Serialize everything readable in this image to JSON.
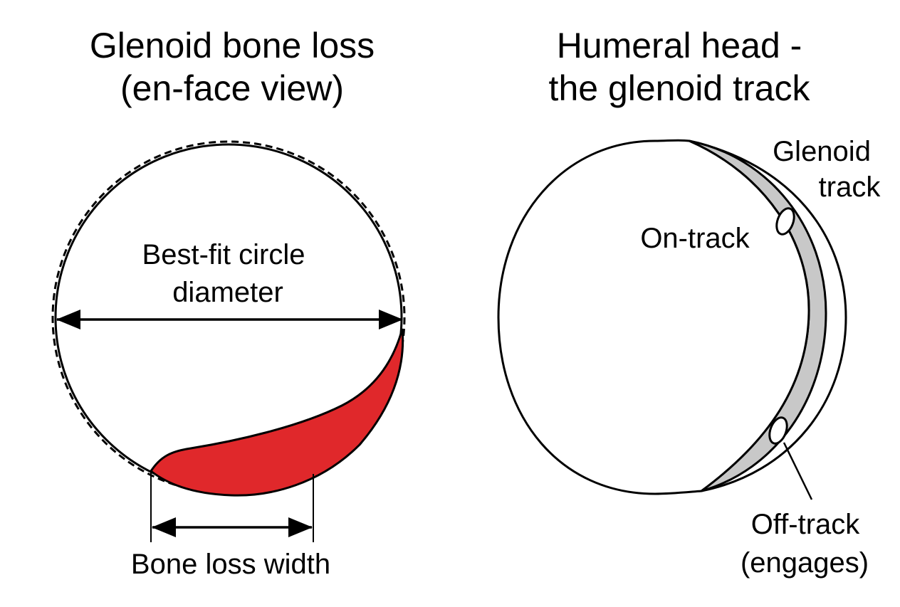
{
  "left_panel": {
    "title_line1": "Glenoid bone loss",
    "title_line2": "(en-face view)",
    "diameter_label_line1": "Best-fit circle",
    "diameter_label_line2": "diameter",
    "bone_loss_label": "Bone loss width"
  },
  "right_panel": {
    "title_line1": "Humeral head -",
    "title_line2": "the glenoid track",
    "track_label_line1": "Glenoid",
    "track_label_line2": "track",
    "on_track_label": "On-track",
    "off_track_label_line1": "Off-track",
    "off_track_label_line2": "(engages)"
  },
  "colors": {
    "bone_loss": "#e0282b",
    "glenoid_track": "#c8c8c8",
    "outline": "#000000"
  }
}
